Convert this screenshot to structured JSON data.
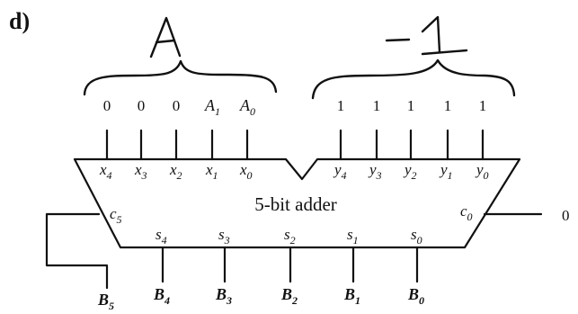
{
  "panel_label": "d)",
  "handwritten": {
    "left": "A",
    "right": "-1"
  },
  "adder_label": "5-bit adder",
  "inputs_x": [
    {
      "value": "0",
      "label": "x",
      "sub": "4"
    },
    {
      "value": "0",
      "label": "x",
      "sub": "3"
    },
    {
      "value": "0",
      "label": "x",
      "sub": "2"
    },
    {
      "value": "A",
      "value_sub": "1",
      "label": "x",
      "sub": "1"
    },
    {
      "value": "A",
      "value_sub": "0",
      "label": "x",
      "sub": "0"
    }
  ],
  "inputs_y": [
    {
      "value": "1",
      "label": "y",
      "sub": "4"
    },
    {
      "value": "1",
      "label": "y",
      "sub": "3"
    },
    {
      "value": "1",
      "label": "y",
      "sub": "2"
    },
    {
      "value": "1",
      "label": "y",
      "sub": "1"
    },
    {
      "value": "1",
      "label": "y",
      "sub": "0"
    }
  ],
  "carry_in": {
    "label": "c",
    "sub": "0",
    "value": "0"
  },
  "carry_out": {
    "label": "c",
    "sub": "5"
  },
  "sums": [
    {
      "label": "s",
      "sub": "4",
      "out": "B",
      "out_sub": "4"
    },
    {
      "label": "s",
      "sub": "3",
      "out": "B",
      "out_sub": "3"
    },
    {
      "label": "s",
      "sub": "2",
      "out": "B",
      "out_sub": "2"
    },
    {
      "label": "s",
      "sub": "1",
      "out": "B",
      "out_sub": "1"
    },
    {
      "label": "s",
      "sub": "0",
      "out": "B",
      "out_sub": "0"
    }
  ],
  "carry_out_output": {
    "out": "B",
    "out_sub": "5"
  }
}
